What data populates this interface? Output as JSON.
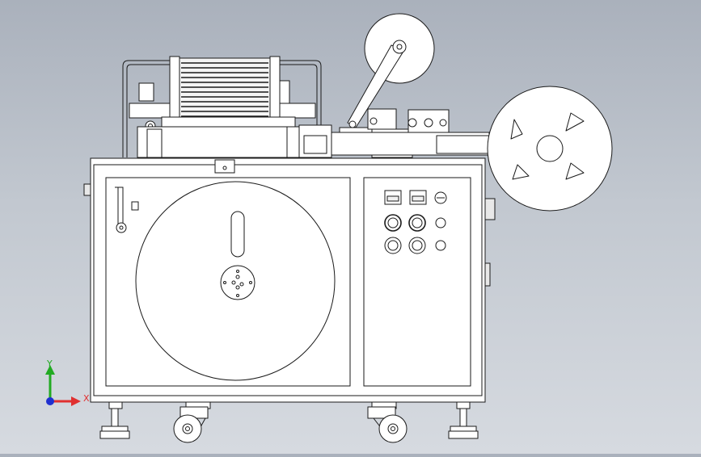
{
  "view": {
    "background_top": "#aab1bc",
    "background_bottom": "#d6dae0",
    "line_color": "#1a1a1a",
    "fill_color": "#ffffff"
  },
  "triad": {
    "x_label": "X",
    "y_label": "Y",
    "x_color": "#e03030",
    "y_color": "#22aa22",
    "z_color": "#2030d0"
  },
  "panel": {
    "displays": 2,
    "knobs": 2,
    "round_buttons": 2,
    "indicator_lights": 3
  }
}
